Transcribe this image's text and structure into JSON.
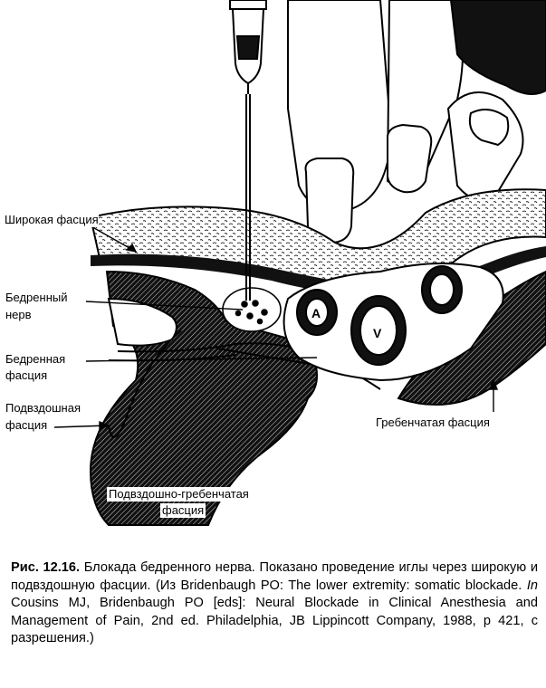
{
  "labels": {
    "shirokaya": "Широкая фасция",
    "bedrennyi_nerv_1": "Бедренный",
    "bedrennyi_nerv_2": "нерв",
    "bedrennaya_1": "Бедренная",
    "bedrennaya_2": "фасция",
    "podvzdoshnaya_1": "Подвздошная",
    "podvzdoshnaya_2": "фасция",
    "grebenchataya": "Гребенчатая фасция",
    "podvzd_greb_1": "Подвздошно-гребенчатая",
    "podvzd_greb_2": "фасция",
    "artery": "A",
    "vein": "V"
  },
  "caption": {
    "number": "Рис. 12.16.",
    "text_a": " Блокада бедренного нерва. Показано проведение иглы через широкую и подвздошную фасции. (Из Bridenbaugh PO: The lower extremity: somatic blockade. ",
    "in_word": "In",
    "text_b": " Cousins MJ, Bridenbaugh PO [eds]: Neural Blockade in Clinical Anesthesia and Management of Pain, 2nd ed. Philadelphia, JB Lippincott Company, 1988, p 421, с разрешения.)"
  }
}
